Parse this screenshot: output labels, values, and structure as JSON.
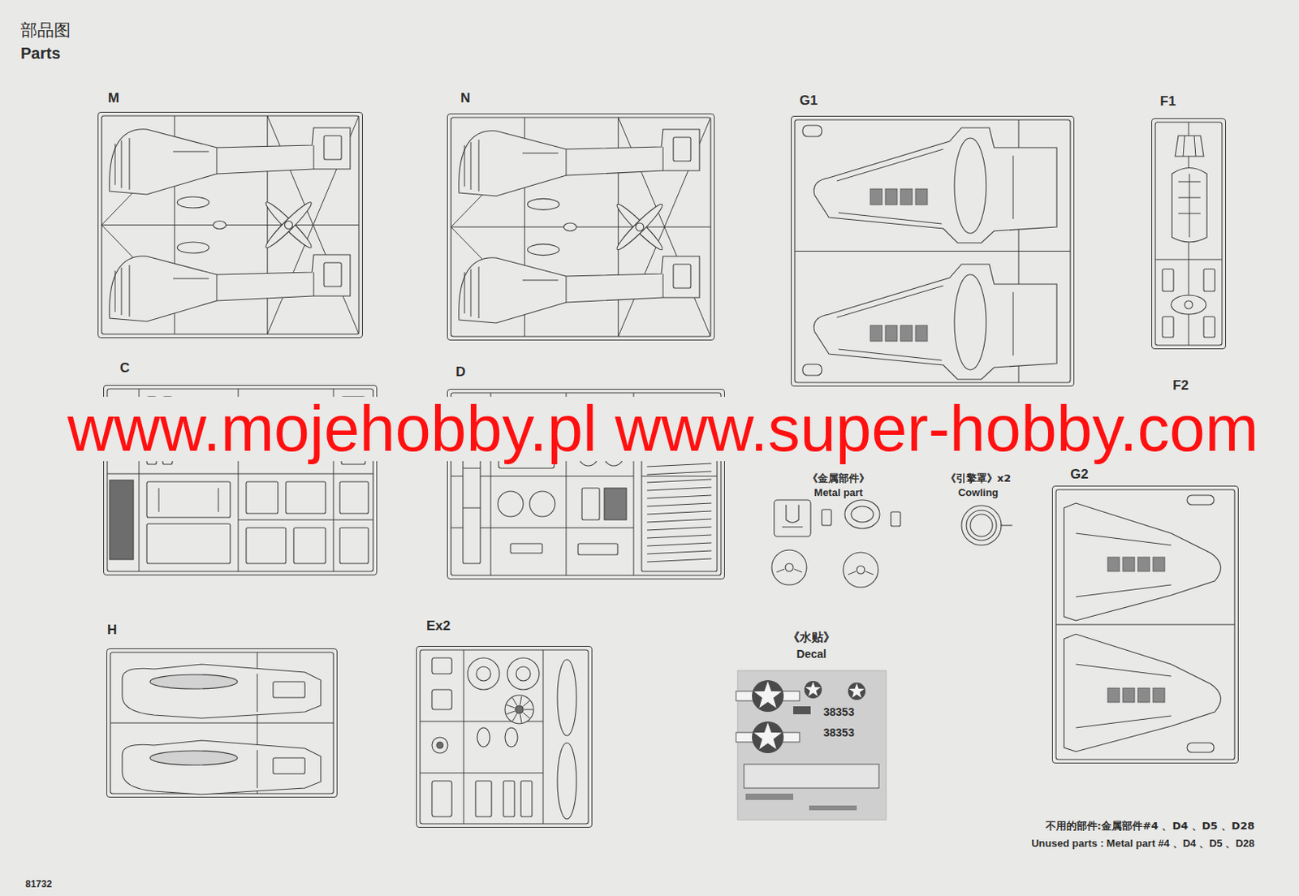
{
  "diagram": {
    "title": "部品图",
    "nodes": [
      {
        "text": [
          "M"
        ]
      },
      {
        "text": [
          "N"
        ]
      },
      {
        "text": [
          "G1"
        ]
      },
      {
        "text": [
          "F1"
        ]
      },
      {
        "text": [
          "C"
        ]
      },
      {
        "text": [
          "D"
        ]
      },
      {
        "text": [
          "F2"
        ]
      },
      {
        "text": [
          "G2"
        ]
      },
      {
        "text": [
          "H"
        ]
      },
      {
        "text": [
          "Ex2"
        ]
      },
      {
        "text": [
          "《水贴》",
          "Decal",
          "38353",
          "38353"
        ]
      }
    ],
    "labels": [
      "Parts",
      "www.mojehobby.pl www.super-hobby.com",
      "《金属部件》",
      "Metal part",
      "《引擎罩》x2",
      "Cowling",
      "不用的部件:金属部件#4 、D4 、D5 、D28",
      "Unused parts : Metal part #4 、D4 、D5 、D28",
      "81732"
    ]
  }
}
